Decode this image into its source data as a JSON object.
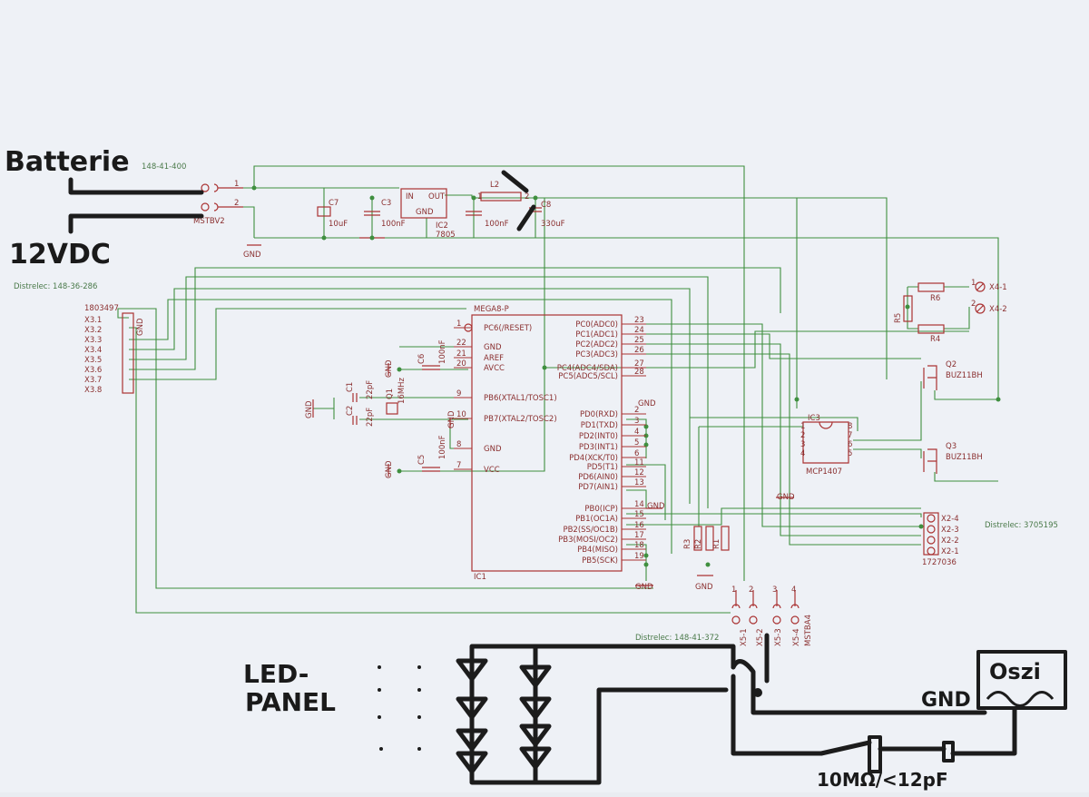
{
  "notes": {
    "battery_line1": "Batterie",
    "battery_line2": "12VDC",
    "led_panel_line1": "LED-",
    "led_panel_line2": "PANEL",
    "oszi": "Oszi",
    "gnd_hand": "GND",
    "probe": "10MΩ/<12pF"
  },
  "distrelec": {
    "top": "148-41-400",
    "left": "Distrelec: 148-36-286",
    "right": "Distrelec: 3705195",
    "bottom": "Distrelec: 148-41-372"
  },
  "power": {
    "connector": "MSTBV2",
    "pin1": "1",
    "pin2": "2",
    "gnd": "GND",
    "c7": "C7",
    "c7_val": "10uF",
    "c3": "C3",
    "c3_val": "100nF",
    "ic2": "IC2",
    "ic2_val": "7805",
    "ic2_in": "IN",
    "ic2_out": "OUT",
    "ic2_gnd": "GND",
    "l2": "L2",
    "c4_val": "100nF",
    "c8": "C8",
    "c8_val": "330uF",
    "l2_pin1": "1",
    "l2_pin2": "2"
  },
  "header_x3": {
    "part": "1803497",
    "pins": [
      "X3.1",
      "X3.2",
      "X3.3",
      "X3.4",
      "X3.5",
      "X3.6",
      "X3.7",
      "X3.8"
    ],
    "gnd": "GND"
  },
  "mcu": {
    "name": "MEGA8-P",
    "ref": "IC1",
    "left_pins": [
      {
        "num": "1",
        "name": "PC6(/RESET)"
      },
      {
        "num": "22",
        "name": "GND"
      },
      {
        "num": "21",
        "name": "AREF"
      },
      {
        "num": "20",
        "name": "AVCC"
      },
      {
        "num": "9",
        "name": "PB6(XTAL1/TOSC1)"
      },
      {
        "num": "10",
        "name": "PB7(XTAL2/TOSC2)"
      },
      {
        "num": "8",
        "name": "GND"
      },
      {
        "num": "7",
        "name": "VCC"
      }
    ],
    "right_pins": [
      {
        "num": "23",
        "name": "PC0(ADC0)"
      },
      {
        "num": "24",
        "name": "PC1(ADC1)"
      },
      {
        "num": "25",
        "name": "PC2(ADC2)"
      },
      {
        "num": "26",
        "name": "PC3(ADC3)"
      },
      {
        "num": "27",
        "name": "PC4(ADC4/SDA)"
      },
      {
        "num": "28",
        "name": "PC5(ADC5/SCL)"
      },
      {
        "num": "2",
        "name": "PD0(RXD)"
      },
      {
        "num": "3",
        "name": "PD1(TXD)"
      },
      {
        "num": "4",
        "name": "PD2(INT0)"
      },
      {
        "num": "5",
        "name": "PD3(INT1)"
      },
      {
        "num": "6",
        "name": "PD4(XCK/T0)"
      },
      {
        "num": "11",
        "name": "PD5(T1)"
      },
      {
        "num": "12",
        "name": "PD6(AIN0)"
      },
      {
        "num": "13",
        "name": "PD7(AIN1)"
      },
      {
        "num": "14",
        "name": "PB0(ICP)"
      },
      {
        "num": "15",
        "name": "PB1(OC1A)"
      },
      {
        "num": "16",
        "name": "PB2(SS/OC1B)"
      },
      {
        "num": "17",
        "name": "PB3(MOSI/OC2)"
      },
      {
        "num": "18",
        "name": "PB4(MISO)"
      },
      {
        "num": "19",
        "name": "PB5(SCK)"
      }
    ]
  },
  "passives": {
    "c6": "C6",
    "c6_val": "100nF",
    "c1": "C1",
    "c1_val": "22pF",
    "c2": "C2",
    "c2_val": "22pF",
    "q1": "Q1",
    "q1_val": "16MHz",
    "c5": "C5",
    "c5_val": "100nF",
    "gnd": "GND",
    "r1": "R1",
    "r2": "R2",
    "r3": "R3"
  },
  "driver": {
    "ic3": "IC3",
    "ic3_val": "MCP1407",
    "q2": "Q2",
    "q2_val": "BUZ11BH",
    "q3": "Q3",
    "q3_val": "BUZ11BH",
    "r4": "R4",
    "r5": "R5",
    "r6": "R6",
    "x4_1": "X4-1",
    "x4_2": "X4-2",
    "pin_1": "1",
    "pin_2": "2",
    "ic3_pins": [
      "1",
      "2",
      "3",
      "4",
      "5",
      "6",
      "7",
      "8"
    ],
    "gnd": "GND"
  },
  "x2": {
    "part": "1727036",
    "pins": [
      "X2-4",
      "X2-3",
      "X2-2",
      "X2-1"
    ]
  },
  "x5": {
    "pins": [
      "1",
      "2",
      "3",
      "4"
    ],
    "labels": [
      "X5-1",
      "X5-2",
      "X5-3",
      "X5-4"
    ],
    "part": "MSTBA4"
  }
}
